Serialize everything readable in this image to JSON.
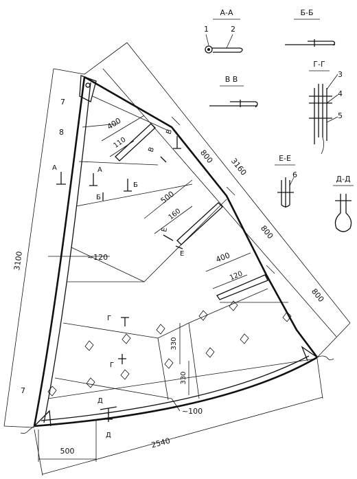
{
  "dimensions": {
    "luff": "3100",
    "leech": "3160",
    "foot": "2540",
    "foot_pocket": "500",
    "seam_400_top": "400",
    "seam_110": "110",
    "seam_500": "500",
    "seam_160": "160",
    "seam_400_mid": "400",
    "seam_120_leech": "120",
    "leech_seg_1": "800",
    "leech_seg_2": "800",
    "leech_seg_3": "800",
    "luff_curve": "~120",
    "foot_curve": "~100",
    "height_330_a": "330",
    "height_330_b": "330"
  },
  "callouts": {
    "c1": "1",
    "c2": "2",
    "c3": "3",
    "c4": "4",
    "c5": "5",
    "c6": "6",
    "c7_top": "7",
    "c7_bottom": "7",
    "c8": "8"
  },
  "section_marks": {
    "a_left": "А",
    "a_inner": "А",
    "b_left": "Б",
    "b_inner": "Б",
    "v_top": "В",
    "v_seam": "В",
    "e_a": "Е",
    "e_b": "Е",
    "g_upper": "Г",
    "g_lower": "Г",
    "d_left": "Д",
    "d_right": "Д"
  },
  "sections": {
    "aa": "А-А",
    "bb": "Б-Б",
    "vv": "В В",
    "gg": "Г-Г",
    "ee": "Е-Е",
    "dd": "Д-Д"
  }
}
